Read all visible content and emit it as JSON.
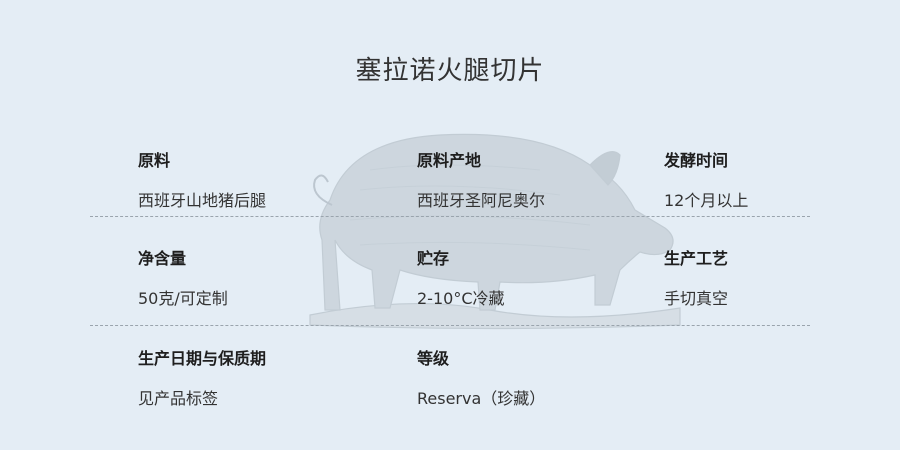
{
  "title": "塞拉诺火腿切片",
  "rows": [
    [
      {
        "label": "原料",
        "value": "西班牙山地猪后腿"
      },
      {
        "label": "原料产地",
        "value": "西班牙圣阿尼奥尔"
      },
      {
        "label": "发酵时间",
        "value": "12个月以上"
      }
    ],
    [
      {
        "label": "净含量",
        "value": "50克/可定制"
      },
      {
        "label": "贮存",
        "value": "2-10°C冷藏"
      },
      {
        "label": "生产工艺",
        "value": "手切真空"
      }
    ],
    [
      {
        "label": "生产日期与保质期",
        "value": "见产品标签"
      },
      {
        "label": "等级",
        "value": "Reserva（珍藏）"
      }
    ]
  ],
  "colors": {
    "background": "#e4edf5",
    "illustration": "#c9d3db",
    "divider": "#9aa4ad"
  },
  "icons": {
    "background": "pig-illustration"
  }
}
